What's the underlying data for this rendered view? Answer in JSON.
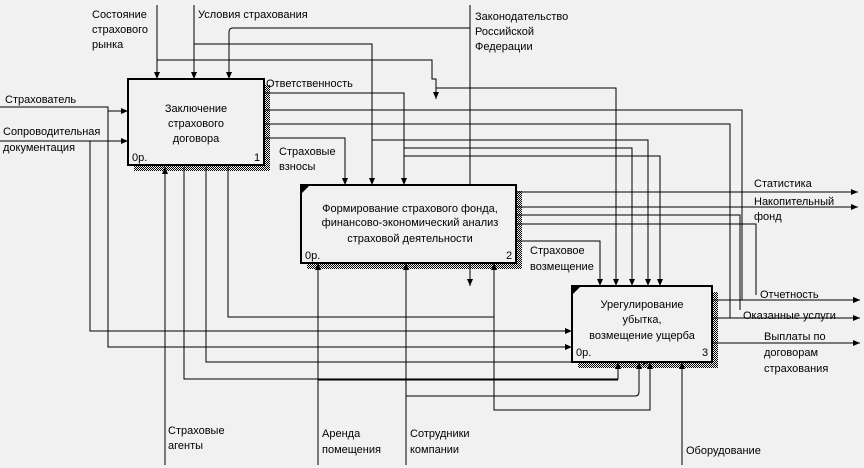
{
  "boxes": {
    "b1": {
      "lines": [
        "Заключение",
        "страхового",
        "договора"
      ],
      "cost": "0р.",
      "num": "1"
    },
    "b2": {
      "lines": [
        "Формирование страхового фонда,",
        "финансово-экономический анализ",
        "страховой деятельности"
      ],
      "cost": "0р.",
      "num": "2"
    },
    "b3": {
      "lines": [
        "Урегулирование",
        "убытка,",
        "возмещение ущерба"
      ],
      "cost": "0р.",
      "num": "3"
    }
  },
  "labels": {
    "state_market": [
      "Состояние",
      "страхового",
      "рынка"
    ],
    "insurance_terms": [
      "Условия страхования"
    ],
    "legislation": [
      "Законодательство",
      "Российской",
      "Федерации"
    ],
    "responsibility": [
      "Ответственность"
    ],
    "insurer": [
      "Страхователь"
    ],
    "accompanying_docs": [
      "Сопроводительная",
      "документация"
    ],
    "premiums": [
      "Страховые",
      "взносы"
    ],
    "statistics": [
      "Статистика"
    ],
    "accumulative_fund": [
      "Накопительный",
      "фонд"
    ],
    "insurance_compensation": [
      "Страховое",
      "возмещение"
    ],
    "reporting": [
      "Отчетность"
    ],
    "services_rendered": [
      "Оказанные услуги"
    ],
    "payments": [
      "Выплаты по",
      "договорам",
      "страхования"
    ],
    "insurance_agents": [
      "Страховые",
      "агенты"
    ],
    "premises_rent": [
      "Аренда",
      "помещения"
    ],
    "company_staff": [
      "Сотрудники",
      "компании"
    ],
    "equipment": [
      "Оборудование"
    ]
  }
}
